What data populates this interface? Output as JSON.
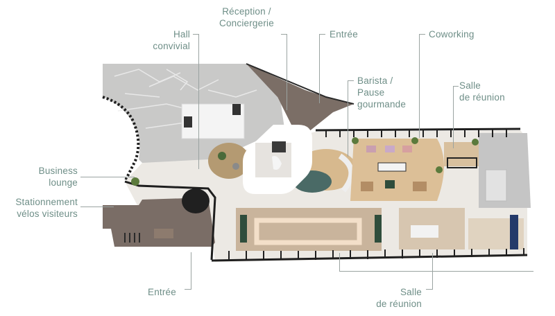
{
  "diagram": {
    "type": "isometric-floor-plan",
    "label_color": "#6e8e87",
    "leader_color": "#9aa3a1",
    "labels": [
      {
        "id": "reception",
        "lines": [
          "Réception /",
          "Conciergerie"
        ]
      },
      {
        "id": "hall",
        "lines": [
          "Hall",
          "convivial"
        ]
      },
      {
        "id": "entree-top",
        "lines": [
          "Entrée"
        ]
      },
      {
        "id": "coworking",
        "lines": [
          "Coworking"
        ]
      },
      {
        "id": "barista",
        "lines": [
          "Barista /",
          "Pause",
          "gourmande"
        ]
      },
      {
        "id": "salle-reunion-top",
        "lines": [
          "Salle",
          "de réunion"
        ]
      },
      {
        "id": "business-lounge",
        "lines": [
          "Business",
          "lounge"
        ]
      },
      {
        "id": "stationnement",
        "lines": [
          "Stationnement",
          "vélos visiteurs"
        ]
      },
      {
        "id": "entree-bottom",
        "lines": [
          "Entrée"
        ]
      },
      {
        "id": "salle-reunion-bottom",
        "lines": [
          "Salle",
          "de réunion"
        ]
      }
    ],
    "logo_icon": "brand-logo-icon"
  }
}
